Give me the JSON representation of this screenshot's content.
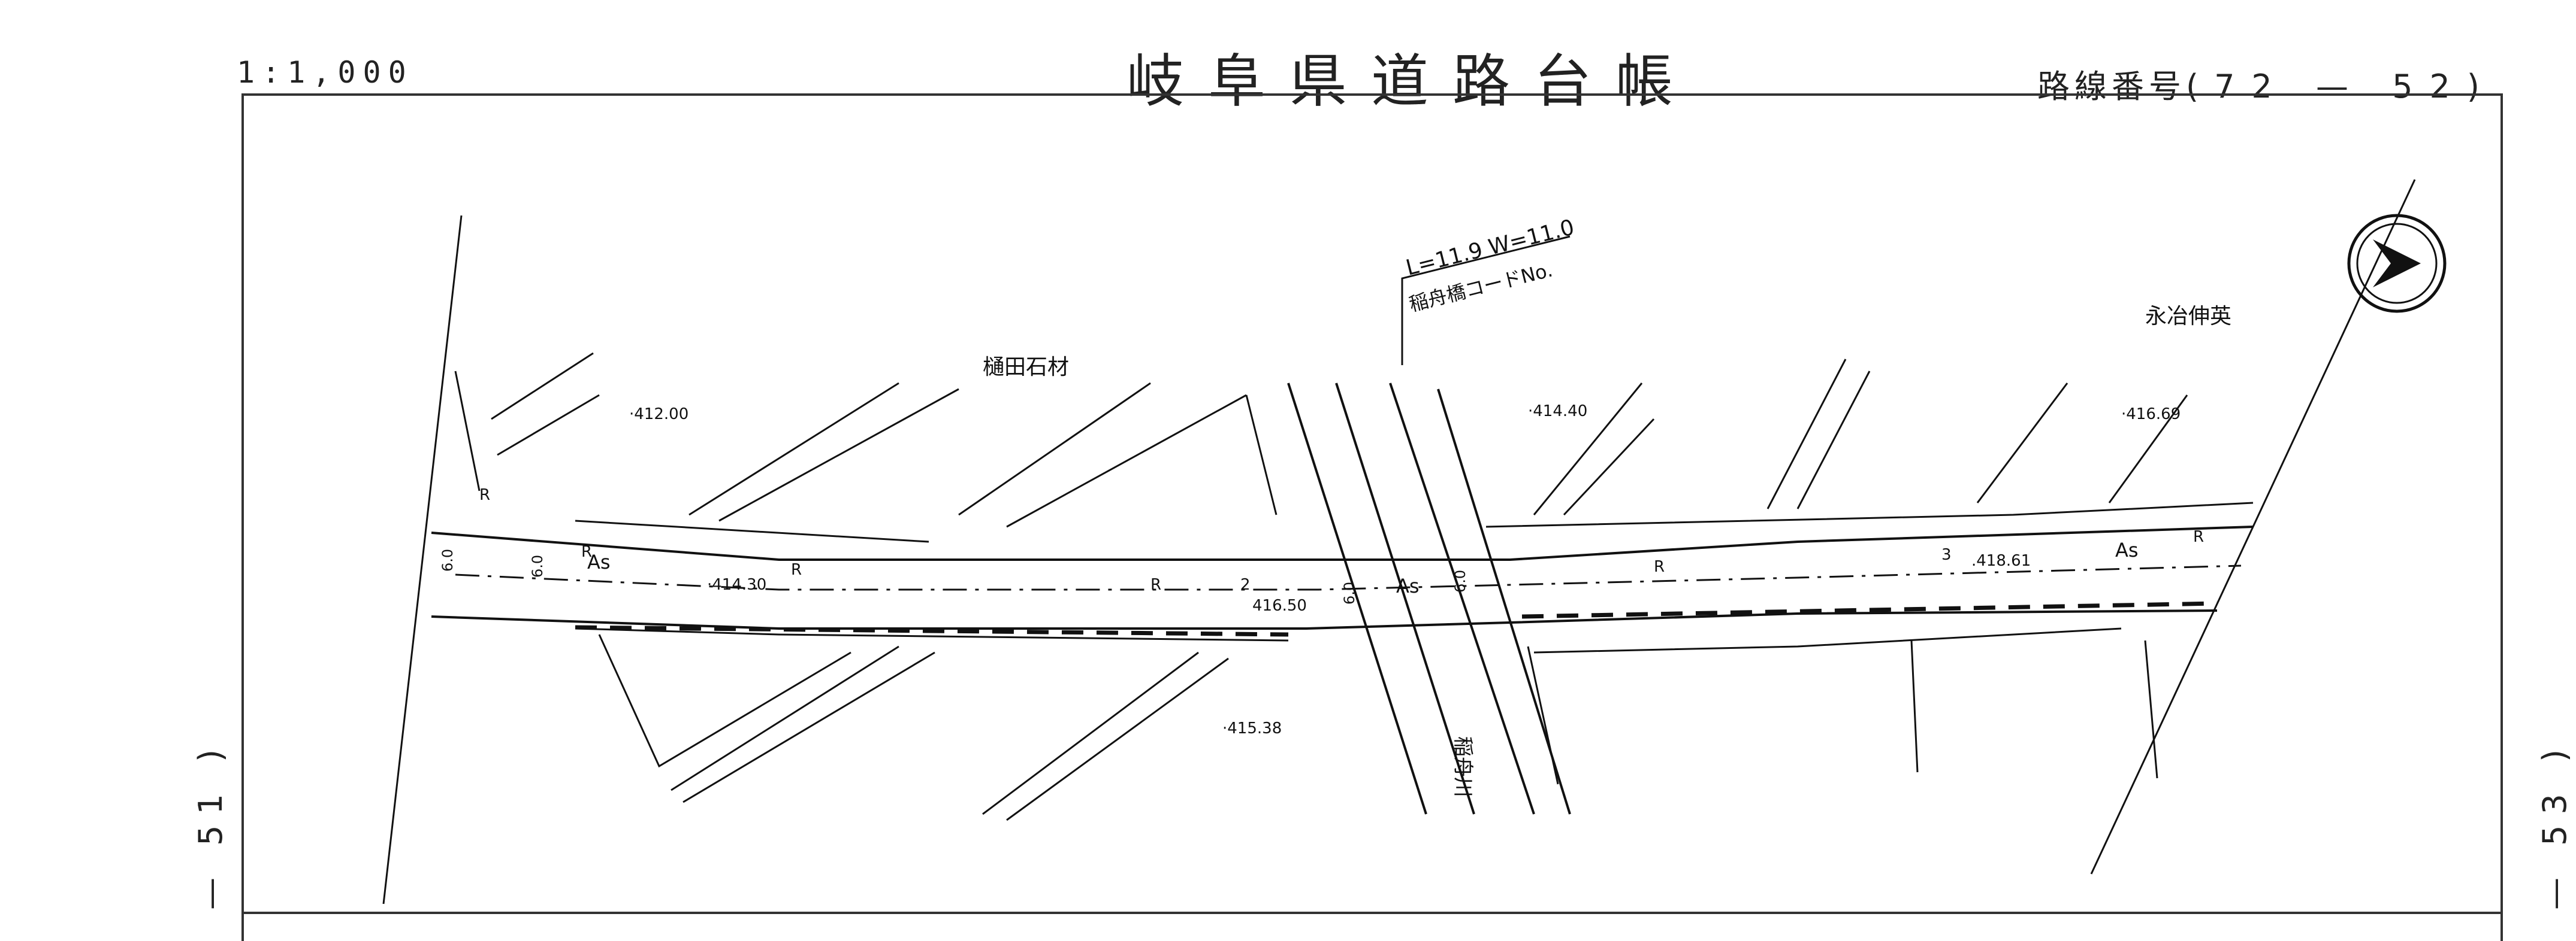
{
  "header": {
    "scale": "1:1,000",
    "title": "岐阜県道路台帳",
    "route_label": "路線番号",
    "route_open": "(",
    "route_number": "72 — 52",
    "route_close": ")"
  },
  "sheet_links": {
    "previous": "— 51 )",
    "next": "— 53 )"
  },
  "map_labels": {
    "owner_1": "樋田石材",
    "owner_2": "永冶伸英",
    "bridge_dims": "L=11.9  W=11.0",
    "bridge_code": "稲舟橋コードNo.",
    "river": "稲舟川",
    "elev_1": "·412.00",
    "elev_2": "·414.30",
    "elev_3": "416.50",
    "elev_4": "·414.40",
    "elev_5": "·415.38",
    "elev_6": "·416.69",
    "elev_7": ".418.61",
    "surface_1": "As",
    "surface_2": "As",
    "surface_3": "As",
    "r_1": "R",
    "r_2": "R",
    "r_3": "R",
    "r_4": "R",
    "r_5": "R",
    "r_6": "R",
    "pt_2": "2",
    "pt_3": "3",
    "w_1": "6.0",
    "w_2": "6.0",
    "w_3": "6.0",
    "w_4": "6.0"
  },
  "colors": {
    "ink": "#111111",
    "paper": "#ffffff"
  }
}
